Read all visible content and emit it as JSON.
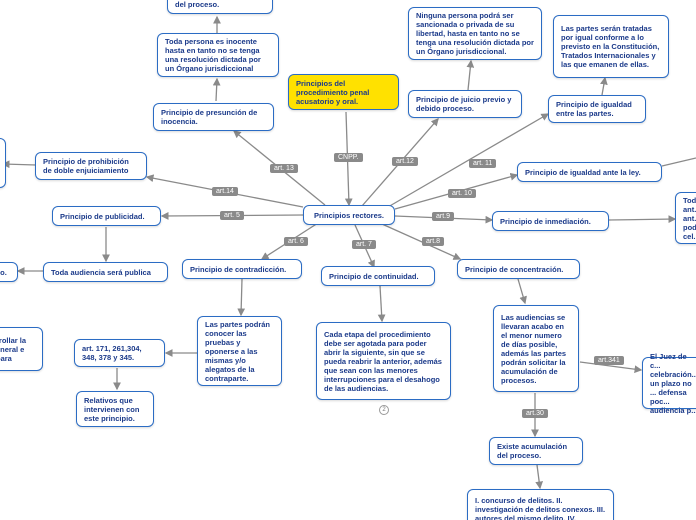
{
  "nodes": {
    "center": "Principios rectores.",
    "cnpp": "Principios del procedimiento penal acusatorio y oral.",
    "juicio_previo": "Principio de juicio previo y debido proceso.",
    "ninguna_persona": "Ninguna persona podrá ser sancionada o privada de su libertad, hasta en tanto no se tenga una resolución dictada por un Órgano jurisdiccional.",
    "igualdad_partes": "Principio de igualdad entre las partes.",
    "partes_tratadas": "Las partes serán tratadas por igual conforme a lo previsto en la Constitución, Tratados Internacionales y las que emanen de ellas.",
    "igualdad_ley": "Principio de igualdad ante la ley.",
    "inmediacion": "Principio de inmediación.",
    "todas_right": "Tod... ant... ant... pod... cel...",
    "concentracion": "Principio de concentración.",
    "audiencias_llevaran": "Las audiencias se llevaran acabo en el menor numero de días posible, además las partes podrán solicitar la acumulación de procesos.",
    "juez_right": "El Juez de c... celebración... un plazo no ... defensa poc... audiencia p...",
    "acumulacion": "Existe acumulación del proceso.",
    "concurso": "I. concurso de delitos. II. investigación de delitos conexos. III. autores del mismo delito. IV.",
    "continuidad": "Principio de continuidad.",
    "cada_etapa": "Cada etapa del procedimiento debe ser agotada para poder abrir la siguiente, sin que se pueda reabrir la anterior, además que sean con las menores interrupciones para el desahogo de las audiencias.",
    "contradiccion": "Principio de contradicción.",
    "partes_conocer": "Las partes podrán conocer las pruebas y oponerse a las mismas y/o alegatos de la contraparte.",
    "arts_171": "art. 171, 261,304, 348, 378 y 345.",
    "relativos": "Relativos que intervienen con este principio.",
    "publicidad": "Principio de publicidad.",
    "toda_audiencia": "Toda audiencia será publica",
    "publico_left": "lio.",
    "prohibicion": "Principio de prohibición de doble enjuiciamiento",
    "presuncion": "Principio de presunción de inocencia.",
    "toda_persona": "Toda persona es inocente hasta en tanto no se tenga una resolución dictada por un Órgano jurisdiccional",
    "top_cut": "del proceso.",
    "desarrollar_left": "rrollar la eneral e para"
  },
  "labels": {
    "cnpp": "CNPP.",
    "art12": "art.12",
    "art11": "art. 11",
    "art10": "art. 10",
    "art9": "art.9",
    "art8": "art.8",
    "art7": "art. 7",
    "art6": "art. 6",
    "art5": "art. 5",
    "art14": "art.14",
    "art13": "art. 13",
    "art341": "art.341",
    "art30": "art.30"
  },
  "collapse_marker": "2",
  "colors": {
    "node_border": "#2b6cc4",
    "node_text": "#1b3a8a",
    "highlight": "#ffe100",
    "link": "#8a8a8a",
    "tag": "#8a8a8a"
  }
}
